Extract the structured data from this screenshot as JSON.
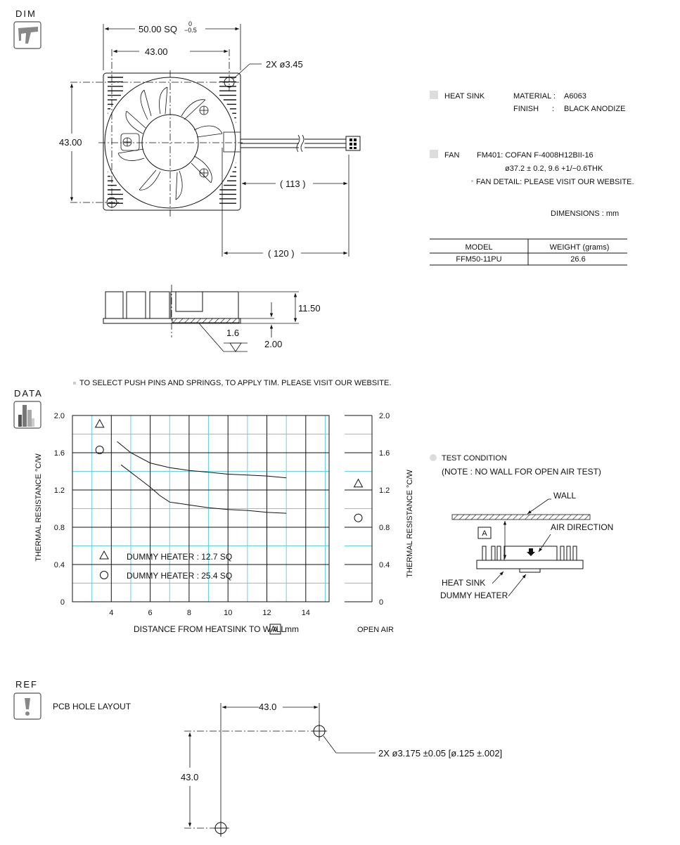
{
  "sections": {
    "dim": "DIM",
    "data": "DATA",
    "ref": "REF"
  },
  "icons": {
    "dim": "caliper-icon",
    "data": "bar-chart-icon",
    "ref": "exclamation-icon"
  },
  "dimensions": {
    "overall": "50.00 SQ",
    "overall_tol_upper": "0",
    "overall_tol_lower": "−0.5",
    "hole_span_h": "43.00",
    "hole_span_v": "43.00",
    "holes": "2X ø3.45",
    "cable_113": "( 113 )",
    "cable_120": "( 120 )",
    "height": "11.50",
    "base": "2.00",
    "flatness": "1.6"
  },
  "specs": {
    "heat_sink_label": "HEAT SINK",
    "material_label": "MATERIAL :",
    "material_value": "A6063",
    "finish_label": "FINISH",
    "finish_sep": ":",
    "finish_value": "BLACK ANODIZE",
    "fan_label": "FAN",
    "fan_line1": "FM401: COFAN F-4008H12BII-16",
    "fan_line2": "ø37.2 ± 0.2, 9.6 +1/−0.6THK",
    "fan_detail": "FAN DETAIL: PLEASE VISIT OUR WEBSITE.",
    "dimensions_unit": "DIMENSIONS  :  mm"
  },
  "model_table": {
    "headers": [
      "MODEL",
      "WEIGHT  (grams)"
    ],
    "rows": [
      [
        "FFM50-11PU",
        "26.6"
      ]
    ]
  },
  "push_pin_note": "TO SELECT PUSH PINS AND SPRINGS, TO APPLY TIM.  PLEASE VISIT OUR WEBSITE.",
  "chart_data": {
    "type": "line",
    "xlabel": "DISTANCE FROM HEATSINK TO WALL",
    "xlabel_box": "A",
    "xlabel_unit": "mm",
    "ylabel": "THERMAL  RESISTANCE  °C/W",
    "ylabel_right": "THERMAL  RESISTANCE  °C/W",
    "x_ticks": [
      "4",
      "6",
      "8",
      "10",
      "12",
      "14"
    ],
    "y_ticks": [
      "0",
      "0.4",
      "0.8",
      "1.2",
      "1.6",
      "2.0"
    ],
    "xlim": [
      2,
      15.2
    ],
    "ylim": [
      0,
      2.0
    ],
    "grid": true,
    "open_air_label": "OPEN AIR",
    "series": [
      {
        "name": "DUMMY HEATER :  12.7 SQ",
        "marker": "triangle",
        "x": [
          3.8,
          4.3,
          5,
          6,
          7,
          8,
          9,
          10,
          11,
          12,
          13
        ],
        "y": [
          1.87,
          1.72,
          1.6,
          1.49,
          1.44,
          1.41,
          1.39,
          1.37,
          1.36,
          1.35,
          1.33
        ],
        "open_air": 1.27
      },
      {
        "name": "DUMMY HEATER :  25.4 SQ",
        "marker": "circle",
        "x": [
          3.8,
          4.5,
          5,
          5.5,
          6,
          6.5,
          7,
          8,
          9,
          10,
          11,
          12,
          13
        ],
        "y": [
          1.59,
          1.47,
          1.39,
          1.31,
          1.23,
          1.14,
          1.07,
          1.04,
          1.01,
          0.99,
          0.98,
          0.96,
          0.95
        ],
        "open_air": 0.9
      }
    ]
  },
  "test_condition": {
    "title": "TEST CONDITION",
    "note": "(NOTE : NO WALL FOR OPEN AIR TEST)",
    "wall": "WALL",
    "air_direction": "AIR DIRECTION",
    "heat_sink": "HEAT SINK",
    "dummy_heater": "DUMMY HEATER",
    "gap_box": "A"
  },
  "pcb": {
    "title": "PCB HOLE LAYOUT",
    "span_h": "43.0",
    "span_v": "43.0",
    "holes": "2X  ø3.175 ±0.05 [ø.125 ±.002]"
  }
}
